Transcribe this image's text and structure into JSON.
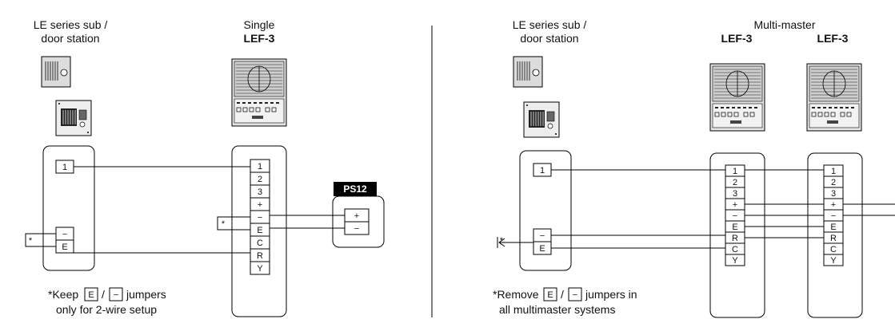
{
  "left_panel": {
    "sub_label_1": "LE series sub /",
    "sub_label_2": "door station",
    "single_label": "Single",
    "lef_label": "LEF-3",
    "sub_terminals": [
      "1",
      "−",
      "E"
    ],
    "lef_terminals": [
      "1",
      "2",
      "3",
      "+",
      "−",
      "E",
      "C",
      "R",
      "Y"
    ],
    "ps_label": "PS12",
    "ps_terminals": [
      "+",
      "−"
    ],
    "asterisk": "*",
    "note_prefix": "*Keep",
    "note_e": "E",
    "note_slash": "/",
    "note_minus": "−",
    "note_suffix": "jumpers",
    "note_line2": "only for 2-wire setup"
  },
  "right_panel": {
    "sub_label_1": "LE series sub /",
    "sub_label_2": "door station",
    "multi_label": "Multi-master",
    "lef_label_a": "LEF-3",
    "lef_label_b": "LEF-3",
    "sub_terminals": [
      "1",
      "−",
      "E"
    ],
    "lef_terminals": [
      "1",
      "2",
      "3",
      "+",
      "−",
      "E",
      "R",
      "C",
      "Y"
    ],
    "asterisk": "*",
    "note_prefix": "*Remove",
    "note_e": "E",
    "note_slash": "/",
    "note_minus": "−",
    "note_suffix": "jumpers in",
    "note_line2": "all multimaster systems"
  },
  "icons": [
    "door-station-icon",
    "sub-station-icon",
    "master-station-icon",
    "arrow-left-icon"
  ]
}
